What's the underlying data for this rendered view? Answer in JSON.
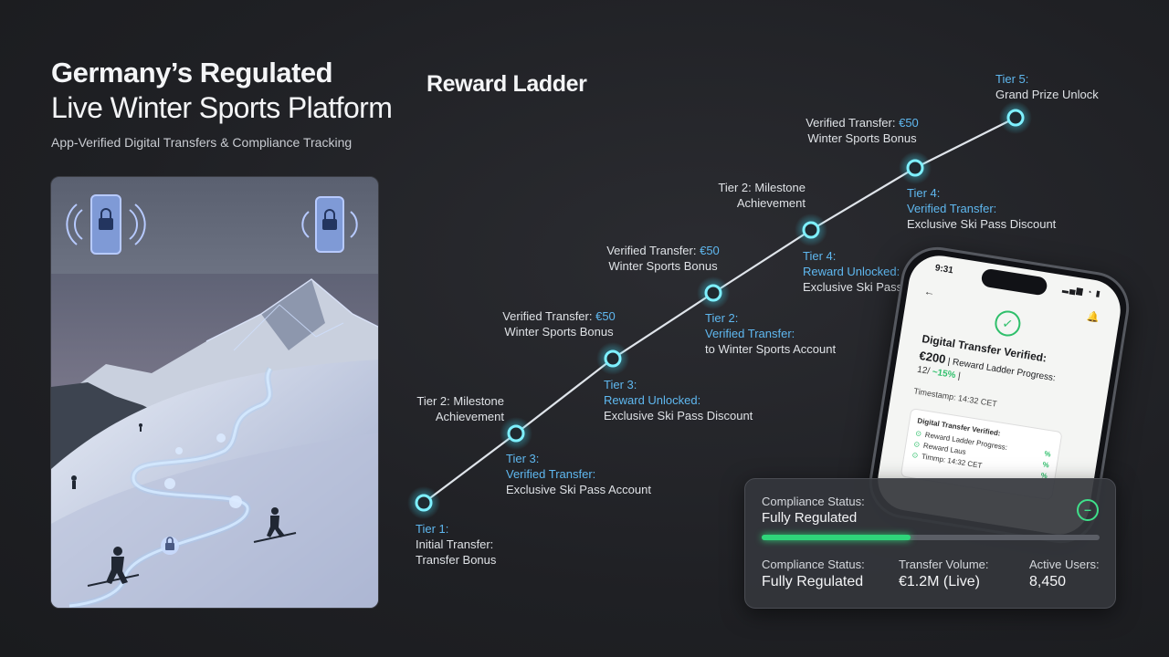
{
  "header": {
    "title_line1": "Germany’s Regulated",
    "title_line2": "Live Winter Sports Platform",
    "subtitle": "App-Verified Digital Transfers & Compliance Tracking"
  },
  "ladder": {
    "title": "Reward Ladder",
    "labels": [
      {
        "l1": "Tier 1:",
        "l1_blue": true,
        "l2": "Initial Transfer:",
        "l3": "Transfer Bonus"
      },
      {
        "l1": "Tier 2: Milestone",
        "l2": "Achievement"
      },
      {
        "l1": "Tier 3:",
        "l2": "Verified Transfer:",
        "l3": "Exclusive Ski Pass Account"
      },
      {
        "l1": "Verified Transfer: ",
        "l1_amount": "€50",
        "l2": "Winter Sports Bonus"
      },
      {
        "l1": "Tier 3:",
        "l2": "Reward Unlocked:",
        "l3": "Exclusive Ski Pass Discount"
      },
      {
        "l1": "Verified Transfer: ",
        "l1_amount": "€50",
        "l2": "Winter Sports Bonus"
      },
      {
        "l1": "Tier 2:",
        "l2": "Verified Transfer:",
        "l3": "to Winter Sports Account"
      },
      {
        "l1": "Tier 2: Milestone",
        "l2": "Achievement"
      },
      {
        "l1": "Tier 4:",
        "l2": "Reward Unlocked:",
        "l3": "Exclusive Ski Pass Discount"
      },
      {
        "l1": "Verified Transfer: ",
        "l1_amount": "€50",
        "l2": "Winter Sports Bonus"
      },
      {
        "l1": "Tier 4:",
        "l2": "Verified Transfer:",
        "l3": "Exclusive Ski Pass Discount"
      },
      {
        "l1": "Tier 5:",
        "l2": "Grand Prize Unlock"
      }
    ]
  },
  "phone": {
    "time": "9:31",
    "status_icons": "▂▄▆ ◔ ▮",
    "back": "←",
    "bell": "🔔",
    "check": "✓",
    "title": "Digital Transfer Verified:",
    "amount": "€200",
    "amount_rest": " | Reward Ladder Progress:",
    "progress": "12/ ",
    "progress_pct": "~15%",
    "progress_end": " |",
    "timestamp": "Timestamp: 14:32 CET",
    "card": {
      "title": "Digital Transfer Verified:",
      "rows": [
        {
          "label": "Reward Ladder Progress:",
          "pct": "%"
        },
        {
          "label": "Reward Laus",
          "pct": "%"
        },
        {
          "label": "Timmp: 14:32 CET",
          "pct": "%"
        }
      ],
      "bullet": "⊙"
    }
  },
  "compliance": {
    "top_label": "Compliance Status:",
    "top_value": "Fully Regulated",
    "icon": "–",
    "bar_fraction": 0.44,
    "stats": [
      {
        "label": "Compliance Status:",
        "value": "Fully Regulated"
      },
      {
        "label": "Transfer Volume:",
        "value": "€1.2M (Live)"
      },
      {
        "label": "Active Users:",
        "value": "8,450"
      }
    ]
  },
  "colors": {
    "accent_blue": "#5fb8f0",
    "node_glow": "#5fe0f0",
    "success_green": "#2fd57a"
  },
  "icons": [
    "phone-lock-icon",
    "phone-lock-icon",
    "lock-icon",
    "check-circle-icon",
    "minus-circle-icon",
    "bell-icon",
    "back-arrow-icon"
  ]
}
